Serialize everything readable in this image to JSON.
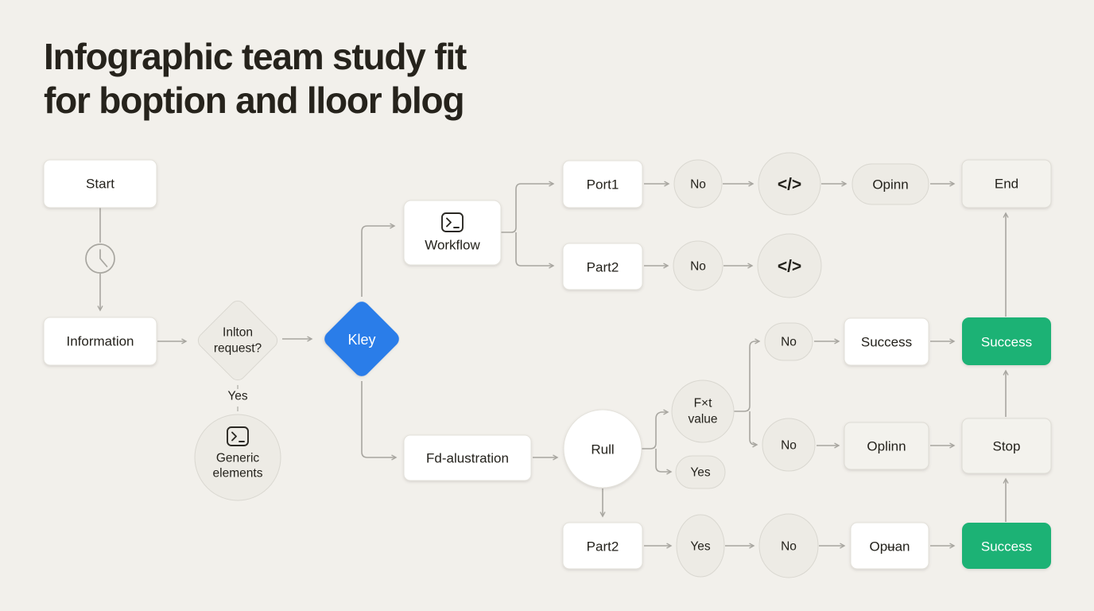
{
  "title": {
    "line1": "Infographic team study fit",
    "line2": "for boption and lloor blog"
  },
  "colors": {
    "background": "#f2f0eb",
    "node_white": "#ffffff",
    "node_gray": "#edebe5",
    "node_light": "#f3f2ed",
    "accent_blue": "#2c7de9",
    "accent_green": "#1bb274",
    "connector_line": "#a8a6a0",
    "text": "#24221c",
    "text_on_accent": "#ffffff"
  },
  "icons": {
    "clock": "clock-icon",
    "terminal": "terminal-icon",
    "code_glyph": "</>"
  },
  "nodes": {
    "start": {
      "label": "Start"
    },
    "information": {
      "label": "Information"
    },
    "request": {
      "line1": "Inlton",
      "line2": "request?"
    },
    "yes_branch": {
      "label": "Yes"
    },
    "generic": {
      "line1": "Generic",
      "line2": "elements"
    },
    "kley": {
      "label": "Kley"
    },
    "workflow": {
      "label": "Workflow"
    },
    "port1": {
      "label": "Port1"
    },
    "part2_top": {
      "label": "Part2"
    },
    "no_a": {
      "label": "No"
    },
    "code_a": {
      "label": "</>"
    },
    "opinn": {
      "label": "Opinn"
    },
    "end": {
      "label": "End"
    },
    "no_b": {
      "label": "No"
    },
    "code_b": {
      "label": "</>"
    },
    "no_c": {
      "label": "No"
    },
    "success_mid": {
      "label": "Success"
    },
    "success_top_green": {
      "label": "Success"
    },
    "fxt": {
      "line1": "F×t",
      "line2": "value"
    },
    "yes_pill": {
      "label": "Yes"
    },
    "rull": {
      "label": "Rull"
    },
    "fd_alustration": {
      "label": "Fd-alustration"
    },
    "no_d": {
      "label": "No"
    },
    "oplinn": {
      "label": "Oplinn"
    },
    "stop": {
      "label": "Stop"
    },
    "part2_bottom": {
      "label": "Part2"
    },
    "yes_bottom": {
      "label": "Yes"
    },
    "no_e": {
      "label": "No"
    },
    "opean": {
      "label": "Opʉan"
    },
    "success_bottom_green": {
      "label": "Success"
    }
  }
}
